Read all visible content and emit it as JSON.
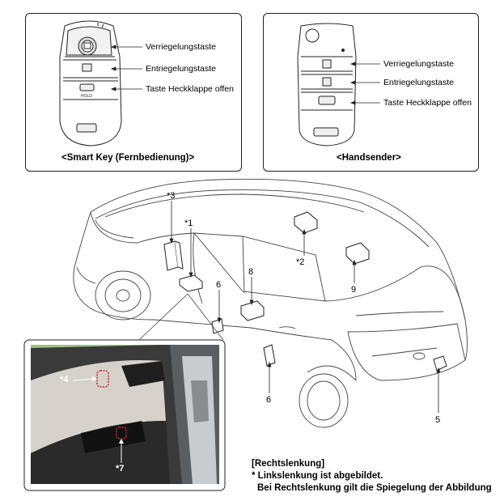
{
  "smart_key": {
    "caption": "<Smart Key (Fernbedienung)>",
    "labels": [
      "Verriegelungstaste",
      "Entriegelungstaste",
      "Taste Heckklappe offen"
    ],
    "hold_text": "HOLD"
  },
  "handsender": {
    "caption": "<Handsender>",
    "labels": [
      "Verriegelungstaste",
      "Entriegelungstaste",
      "Taste Heckklappe offen"
    ]
  },
  "callouts": {
    "c3": "*3",
    "c1": "*1",
    "c2": "*2",
    "c8": "8",
    "c6a": "6",
    "c9": "9",
    "c6b": "6",
    "c5": "5",
    "c4": "*4",
    "c7": "*7"
  },
  "note": {
    "title": "[Rechtslenkung]",
    "line1": "* Linkslenkung ist abgebildet.",
    "line2": "Bei Rechtslenkung gilt die Spiegelung der Abbildung"
  },
  "colors": {
    "highlight": "#d9232d",
    "photo_bg": "#9fc08a"
  }
}
